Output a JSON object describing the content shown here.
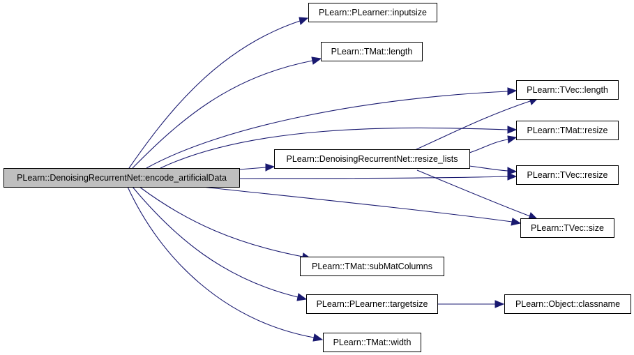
{
  "graph": {
    "edge_color": "#191970",
    "root_fill": "#bfbfbf",
    "nodes": {
      "root": "PLearn::DenoisingRecurrentNet::encode_artificialData",
      "inputsize": "PLearn::PLearner::inputsize",
      "tmat_length": "PLearn::TMat::length",
      "tvec_length": "PLearn::TVec::length",
      "tmat_resize": "PLearn::TMat::resize",
      "resize_lists": "PLearn::DenoisingRecurrentNet::resize_lists",
      "tvec_resize": "PLearn::TVec::resize",
      "tvec_size": "PLearn::TVec::size",
      "submatcolumns": "PLearn::TMat::subMatColumns",
      "targetsize": "PLearn::PLearner::targetsize",
      "classname": "PLearn::Object::classname",
      "tmat_width": "PLearn::TMat::width"
    },
    "edges": [
      [
        "root",
        "inputsize"
      ],
      [
        "root",
        "tmat_length"
      ],
      [
        "root",
        "tvec_length"
      ],
      [
        "root",
        "tmat_resize"
      ],
      [
        "root",
        "resize_lists"
      ],
      [
        "root",
        "tvec_resize"
      ],
      [
        "root",
        "tvec_size"
      ],
      [
        "root",
        "submatcolumns"
      ],
      [
        "root",
        "targetsize"
      ],
      [
        "root",
        "tmat_width"
      ],
      [
        "resize_lists",
        "tvec_length"
      ],
      [
        "resize_lists",
        "tmat_resize"
      ],
      [
        "resize_lists",
        "tvec_resize"
      ],
      [
        "resize_lists",
        "tvec_size"
      ],
      [
        "targetsize",
        "classname"
      ]
    ]
  }
}
